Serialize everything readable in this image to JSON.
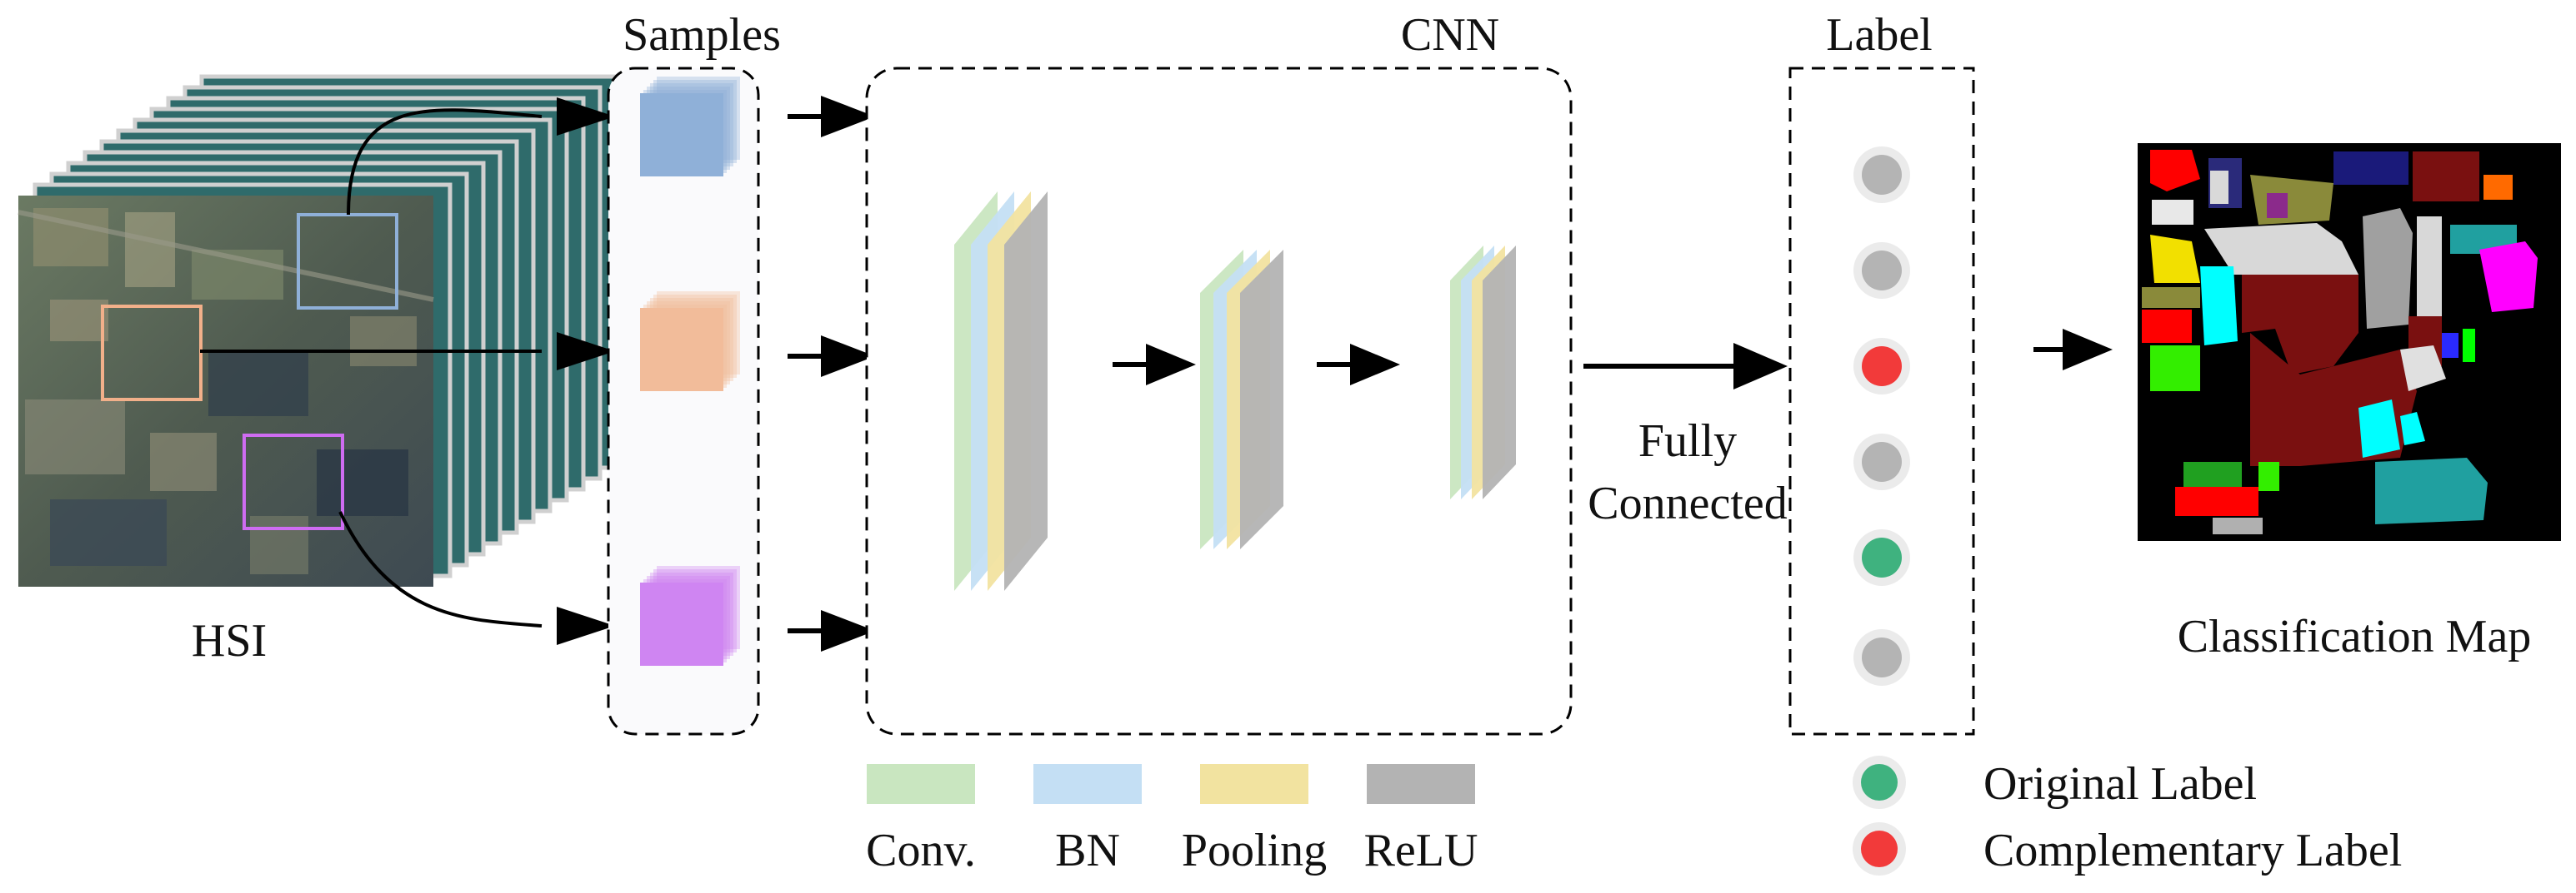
{
  "labels": {
    "hsi": "HSI",
    "samples": "Samples",
    "cnn": "CNN",
    "label": "Label",
    "fully": "Fully",
    "connected": "Connected",
    "classification_map": "Classification Map"
  },
  "layer_legend": [
    {
      "name": "Conv.",
      "color": "#c9e6c0"
    },
    {
      "name": "BN",
      "color": "#c4dff4"
    },
    {
      "name": "Pooling",
      "color": "#f2e3a0"
    },
    {
      "name": "ReLU",
      "color": "#b3b3b3"
    }
  ],
  "label_legend": [
    {
      "name": "Original Label",
      "color": "#3fb27f"
    },
    {
      "name": "Complementary Label",
      "color": "#f23a3a"
    }
  ],
  "samples": [
    {
      "color": "#8fb0d8"
    },
    {
      "color": "#f2bc9a"
    },
    {
      "color": "#cf85f2"
    }
  ],
  "label_nodes": [
    "#b4b4b4",
    "#b4b4b4",
    "#f23a3a",
    "#b4b4b4",
    "#3fb27f",
    "#b4b4b4"
  ],
  "colors": {
    "hsi_band": "#2f6b6b",
    "hsi_band_edge": "#d0d0d0",
    "patch_blue": "#8fb0d8",
    "patch_orange": "#f2b08a",
    "patch_purple": "#cf6cf2"
  }
}
